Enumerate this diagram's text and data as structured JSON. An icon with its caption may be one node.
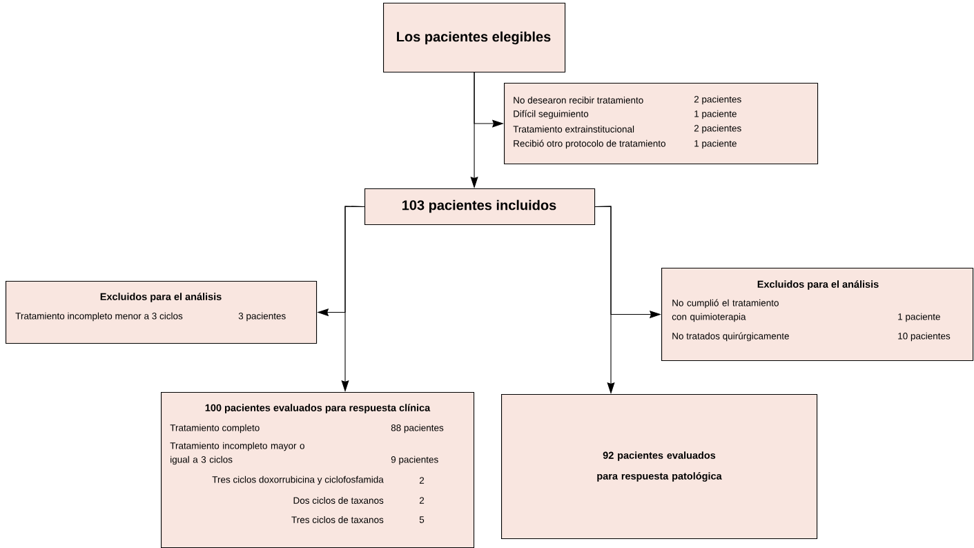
{
  "diagram": {
    "nodes": [
      {
        "text": [
          "Los pacientes elegibles"
        ]
      },
      {
        "text": [
          "No desearon recibir tratamiento",
          "2 pacientes",
          "Difícil seguimiento",
          "1 paciente",
          "Tratamiento extrainstitucional",
          "2 pacientes",
          "Recibió otro protocolo de tratamiento",
          "1 paciente"
        ]
      },
      {
        "text": [
          "103 pacientes incluidos"
        ]
      },
      {
        "text": [
          "Excluidos para el análisis",
          "Tratamiento incompleto menor a 3 ciclos",
          "3 pacientes"
        ]
      },
      {
        "text": [
          "Excluidos para el análisis",
          "No cumplió el tratamiento con quimioterapia",
          "1 paciente",
          "No tratados quirúrgicamente",
          "10 pacientes"
        ]
      },
      {
        "text": [
          "100 pacientes evaluados para respuesta clínica",
          "Tratamiento completo",
          "88 pacientes",
          "Tratamiento incompleto mayor o igual a 3 ciclos",
          "9 pacientes",
          "Tres ciclos doxorrubicina y ciclofosfamida",
          "2",
          "Dos ciclos de taxanos",
          "2",
          "Tres ciclos de taxanos",
          "5"
        ]
      },
      {
        "text": [
          "92 pacientes evaluados para respuesta patológica"
        ]
      }
    ],
    "edges": [
      {
        "from": 0,
        "to": 2,
        "arrow": "to"
      },
      {
        "from": 0,
        "to": 1,
        "arrow": "to"
      },
      {
        "from": 2,
        "to": 3,
        "arrow": "to"
      },
      {
        "from": 2,
        "to": 5,
        "arrow": "to"
      },
      {
        "from": 2,
        "to": 4,
        "arrow": "to"
      },
      {
        "from": 2,
        "to": 6,
        "arrow": "to"
      }
    ]
  }
}
